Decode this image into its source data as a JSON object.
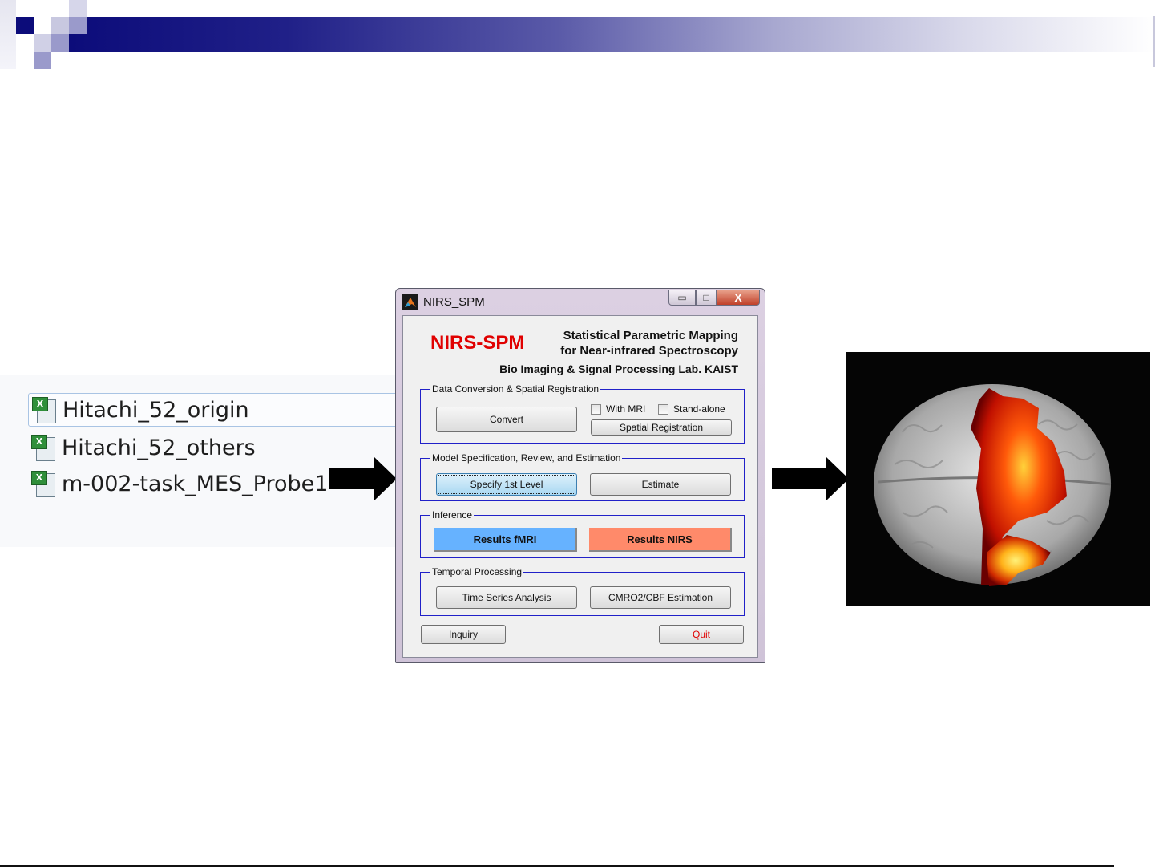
{
  "slide": {
    "header_colors": {
      "dark": "#0c0c7a",
      "mid": "#5a5aa8",
      "light": "#d8d8ea"
    }
  },
  "file_list": {
    "items": [
      {
        "name": "Hitachi_52_origin",
        "icon": "excel-file-icon",
        "selected": true
      },
      {
        "name": "Hitachi_52_others",
        "icon": "excel-file-icon",
        "selected": false
      },
      {
        "name": "m-002-task_MES_Probe1",
        "icon": "excel-file-icon",
        "selected": false
      }
    ],
    "icon_badge": "X"
  },
  "window": {
    "title": "NIRS_SPM",
    "controls": {
      "minimize": "▭",
      "maximize": "□",
      "close": "X"
    },
    "app_name": "NIRS-SPM",
    "app_subtitle_line1": "Statistical Parametric Mapping",
    "app_subtitle_line2": "for Near-infrared Spectroscopy",
    "lab": "Bio Imaging & Signal Processing Lab. KAIST",
    "groups": {
      "data_conversion": {
        "label": "Data Conversion & Spatial Registration",
        "convert": "Convert",
        "with_mri": "With MRI",
        "stand_alone": "Stand-alone",
        "spatial_registration": "Spatial Registration"
      },
      "model": {
        "label": "Model Specification, Review, and Estimation",
        "specify": "Specify 1st Level",
        "estimate": "Estimate"
      },
      "inference": {
        "label": "Inference",
        "results_fmri": "Results fMRI",
        "results_nirs": "Results NIRS"
      },
      "temporal": {
        "label": "Temporal Processing",
        "time_series": "Time Series Analysis",
        "cmro2": "CMRO2/CBF Estimation"
      }
    },
    "inquiry": "Inquiry",
    "quit": "Quit",
    "colors": {
      "fmri": "#66b2ff",
      "nirs": "#ff8a6a",
      "title_red": "#e00000",
      "group_border": "#2020c8"
    }
  },
  "brain_image": {
    "description": "3D brain rendering with red/yellow activation map"
  }
}
